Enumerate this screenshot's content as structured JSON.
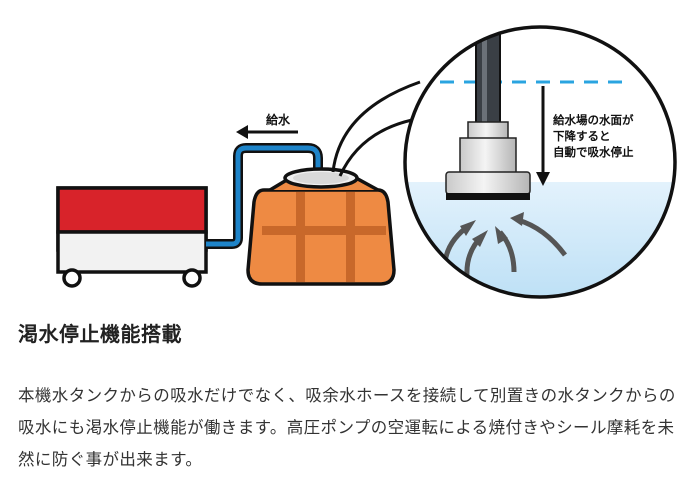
{
  "diagram": {
    "supply_label": "給水",
    "note_lines": [
      "給水場の水面が",
      "下降すると",
      "自動で吸水停止"
    ]
  },
  "heading": "渇水停止機能搭載",
  "description": "本機水タンクからの吸水だけでなく、吸余水ホースを接続して別置きの水タンクからの吸水にも渇水停止機能が働きます。高圧ポンプの空運転による焼付きやシール摩耗を未然に防ぐ事が出来ます。",
  "colors": {
    "machine_red": "#d8232a",
    "tank_orange": "#ee8a43",
    "tank_band": "#c8682a",
    "hose_blue": "#1e84c9",
    "water_dash": "#2aa4e0",
    "water_fill": "#d6ecf9"
  },
  "icons": [
    "washer-machine",
    "water-tank",
    "supply-hose",
    "suction-strainer",
    "arrow-down",
    "flow-arrow"
  ]
}
